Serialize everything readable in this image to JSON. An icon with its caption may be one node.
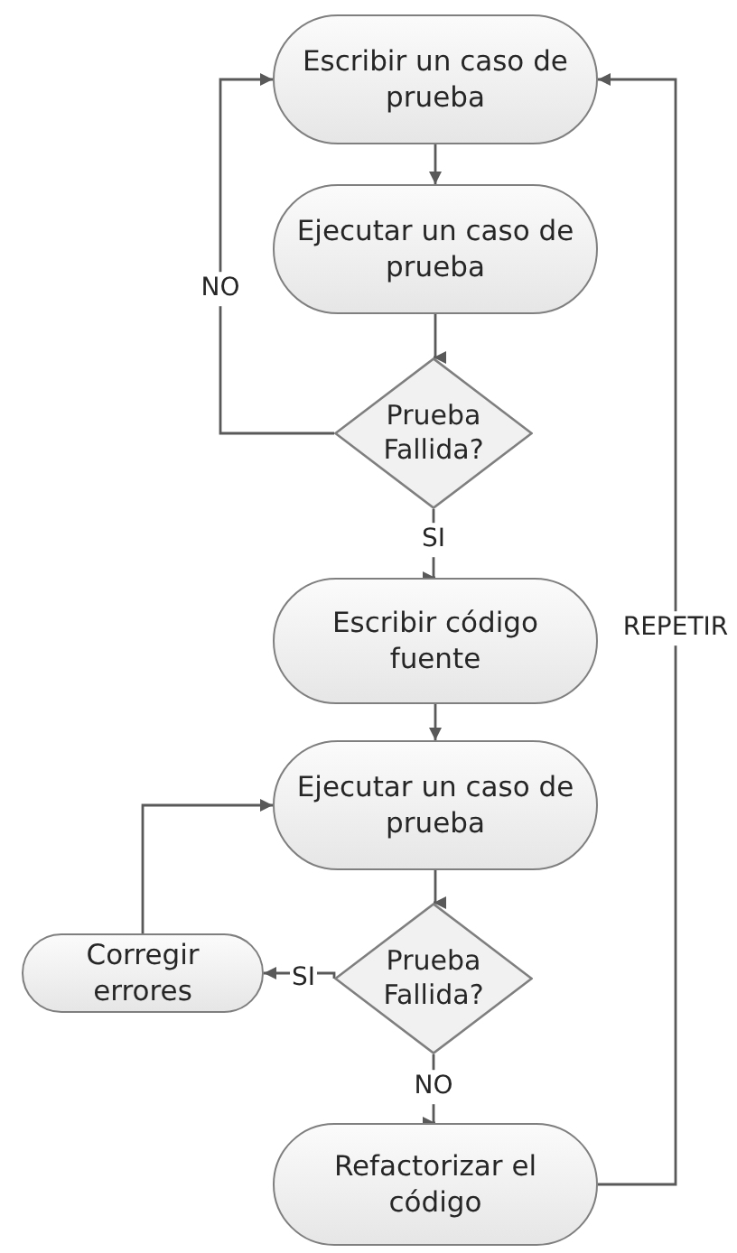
{
  "diagram": {
    "nodes": [
      {
        "text": [
          "Escribir un caso de prueba"
        ]
      },
      {
        "text": [
          "Ejecutar un caso de prueba"
        ]
      },
      {
        "text": [
          "Prueba Fallida?"
        ]
      },
      {
        "text": [
          "Escribir código fuente"
        ]
      },
      {
        "text": [
          "Ejecutar un caso de prueba"
        ]
      },
      {
        "text": [
          "Prueba Fallida?"
        ]
      },
      {
        "text": [
          "Corregir errores"
        ]
      },
      {
        "text": [
          "Refactorizar el código"
        ]
      }
    ],
    "edges": [
      {
        "from": 0,
        "to": 1,
        "arrow": "to"
      },
      {
        "from": 1,
        "to": 2,
        "arrow": "to"
      },
      {
        "from": 2,
        "to": 0,
        "arrow": "to",
        "label": "NO"
      },
      {
        "from": 2,
        "to": 3,
        "arrow": "to",
        "label": "SI"
      },
      {
        "from": 3,
        "to": 4,
        "arrow": "to"
      },
      {
        "from": 4,
        "to": 5,
        "arrow": "to"
      },
      {
        "from": 5,
        "to": 6,
        "arrow": "to",
        "label": "SI"
      },
      {
        "from": 6,
        "to": 4,
        "arrow": "to"
      },
      {
        "from": 5,
        "to": 7,
        "arrow": "to",
        "label": "NO"
      },
      {
        "from": 7,
        "to": 0,
        "arrow": "to",
        "label": "REPETIR"
      }
    ]
  }
}
